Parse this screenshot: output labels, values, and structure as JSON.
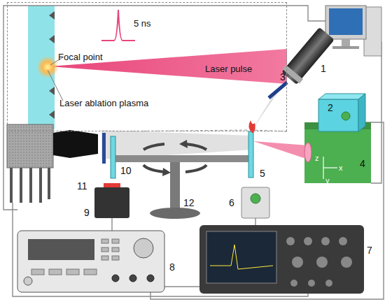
{
  "diagram": {
    "nodes": [
      {
        "text": [
          "Focal point",
          "5 ns",
          "Laser pulse",
          "Laser ablation plasma"
        ]
      }
    ],
    "labels": [
      "1",
      "2",
      "3",
      "4",
      "5",
      "6",
      "7",
      "8",
      "9",
      "10",
      "11",
      "12",
      "z",
      "x",
      "y"
    ]
  }
}
